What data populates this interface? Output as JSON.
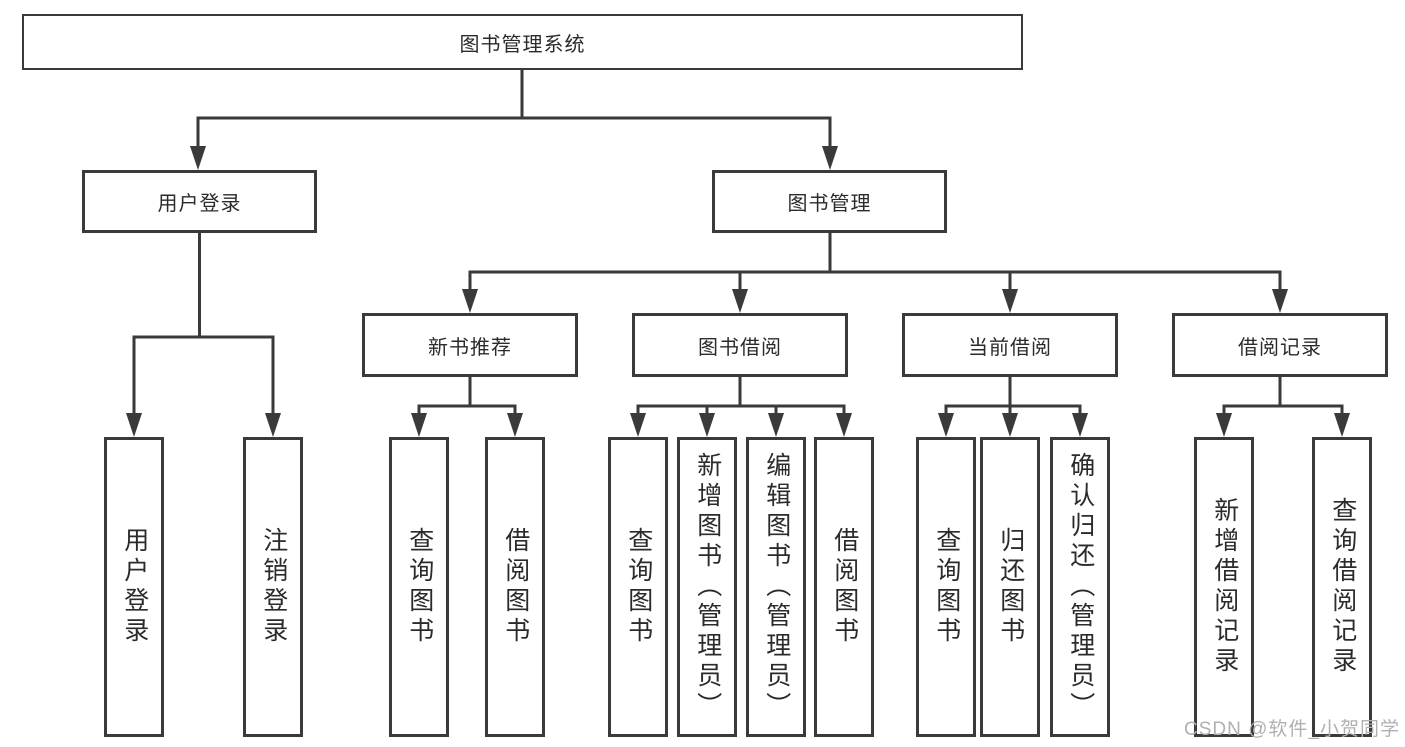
{
  "title": "图书管理系统",
  "branches": {
    "user_login": {
      "label": "用户登录",
      "children": [
        "用户登录",
        "注销登录"
      ]
    },
    "book_mgmt": {
      "label": "图书管理",
      "sections": [
        {
          "label": "新书推荐",
          "children": [
            "查询图书",
            "借阅图书"
          ]
        },
        {
          "label": "图书借阅",
          "children": [
            "查询图书",
            "新增图书（管理员）",
            "编辑图书（管理员）",
            "借阅图书"
          ]
        },
        {
          "label": "当前借阅",
          "children": [
            "查询图书",
            "归还图书",
            "确认归还（管理员）"
          ]
        },
        {
          "label": "借阅记录",
          "children": [
            "新增借阅记录",
            "查询借阅记录"
          ]
        }
      ]
    }
  },
  "watermark": "CSDN @软件_小贺同学",
  "colors": {
    "line": "#3a3a3a",
    "text": "#2b2b2b",
    "watermark": "#b0b0b0",
    "background": "#ffffff"
  }
}
